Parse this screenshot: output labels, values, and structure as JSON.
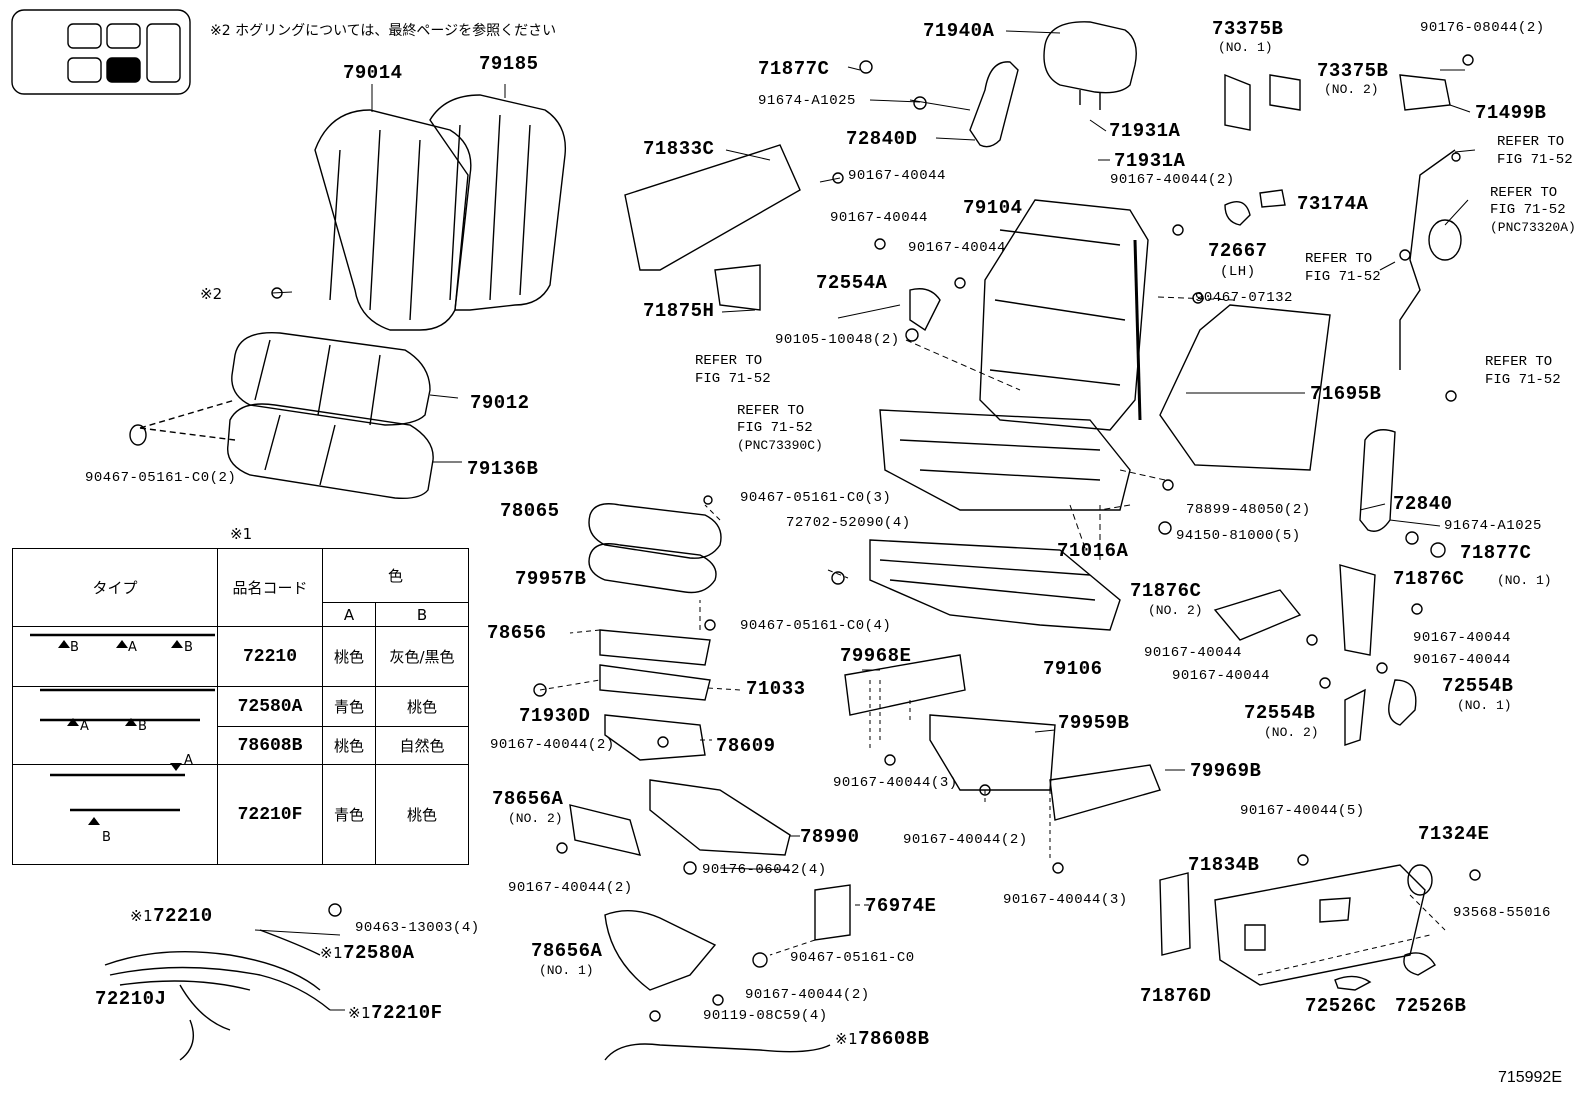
{
  "note2": "※2  ホグリングについては、最終ページを参照ください",
  "note2_marker": "※2",
  "note1_marker": "※1",
  "diagram_id": "715992E",
  "table": {
    "col_type": "タイプ",
    "col_code": "品名コード",
    "col_color": "色",
    "col_a": "A",
    "col_b": "B",
    "rows": [
      {
        "code": "72210",
        "a": "桃色",
        "b": "灰色/黒色"
      },
      {
        "code": "72580A",
        "a": "青色",
        "b": "桃色"
      },
      {
        "code": "78608B",
        "a": "桃色",
        "b": "自然色"
      },
      {
        "code": "72210F",
        "a": "青色",
        "b": "桃色"
      }
    ],
    "arrow_a": "A",
    "arrow_b": "B"
  },
  "labels": {
    "p79014": "79014",
    "p79185": "79185",
    "p79012": "79012",
    "p79136B": "79136B",
    "p9046705161C0_2": "90467-05161-C0(2)",
    "p71940A": "71940A",
    "p71877C_top": "71877C",
    "p91674A1025_top": "91674-A1025",
    "p72840D": "72840D",
    "p71931A_1": "71931A",
    "p71931A_2": "71931A",
    "p71833C": "71833C",
    "p9016740044_a": "90167-40044",
    "p9016740044_2a": "90167-40044(2)",
    "p73174A": "73174A",
    "p9016740044_b": "90167-40044",
    "p79104": "79104",
    "p9016740044_c": "90167-40044",
    "p72667": "72667",
    "p72667_lh": "(LH)",
    "p72554A": "72554A",
    "p9046707132": "90467-07132",
    "p71875H": "71875H",
    "p9010510048": "90105-10048(2)",
    "p71695B": "71695B",
    "p73375B_1": "73375B",
    "p73375B_1n": "(NO. 1)",
    "p73375B_2": "73375B",
    "p73375B_2n": "(NO. 2)",
    "p9017608044": "90176-08044(2)",
    "p71499B": "71499B",
    "p72840": "72840",
    "p91674A1025": "91674-A1025",
    "p71877C": "71877C",
    "p7889948050": "78899-48050(2)",
    "p9415081000": "94150-81000(5)",
    "p78065": "78065",
    "p9046705161C0_3": "90467-05161-C0(3)",
    "p7270252090": "72702-52090(4)",
    "p71016A": "71016A",
    "p79957B": "79957B",
    "p9046705161C0_4": "90467-05161-C0(4)",
    "p78656": "78656",
    "p71033": "71033",
    "p71930D": "71930D",
    "p79106": "79106",
    "p71876C_2": "71876C",
    "p71876C_2n": "(NO. 2)",
    "p71876C_1": "71876C",
    "p71876C_1n": "(NO. 1)",
    "p9016740044_d": "90167-40044",
    "p9016740044_e": "90167-40044",
    "p9016740044_f": "90167-40044",
    "p9016740044_g": "90167-40044",
    "p72554B_2": "72554B",
    "p72554B_2n": "(NO. 2)",
    "p72554B_1": "72554B",
    "p72554B_1n": "(NO. 1)",
    "p79968E": "79968E",
    "p79959B": "79959B",
    "p9016740044_2b": "90167-40044(2)",
    "p78609": "78609",
    "p9016740044_3a": "90167-40044(3)",
    "p79969B": "79969B",
    "p78656A_2": "78656A",
    "p78656A_2n": "(NO. 2)",
    "p78990": "78990",
    "p9016740044_2c": "90167-40044(2)",
    "p9016740044_2d": "90167-40044(2)",
    "p9017606042": "90176-06042(4)",
    "p9016740044_5": "90167-40044(5)",
    "p71324E": "71324E",
    "p71834B": "71834B",
    "p9016740044_3b": "90167-40044(3)",
    "p72210": "72210",
    "p9046313003": "90463-13003(4)",
    "p72580A": "72580A",
    "p72210J": "72210J",
    "p72210F": "72210F",
    "p76974E": "76974E",
    "p78656A_1": "78656A",
    "p78656A_1n": "(NO. 1)",
    "p9046705161C0": "90467-05161-C0",
    "p9016740044_2e": "90167-40044(2)",
    "p9011908C59": "90119-08C59(4)",
    "p78608B": "78608B",
    "p9356855016": "93568-55016",
    "p71876D": "71876D",
    "p72526C": "72526C",
    "p72526B": "72526B"
  },
  "refer": {
    "line1": "REFER TO",
    "fig": "FIG 71-52",
    "pnc1": "(PNC73390C)",
    "pnc2": "(PNC73320A)"
  }
}
